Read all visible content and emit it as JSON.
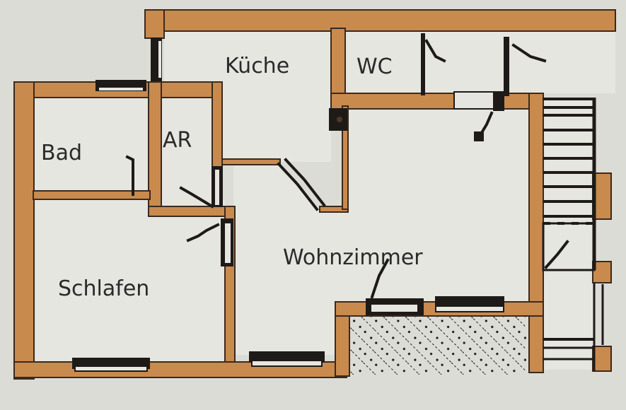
{
  "rooms": {
    "kueche": "Küche",
    "wc": "WC",
    "bad": "Bad",
    "ar": "AR",
    "schlafen": "Schlafen",
    "wohnzimmer": "Wohnzimmer"
  },
  "colors": {
    "background": "#dcdcd6",
    "floor": "#e6e6e0",
    "wall": "#c98a4e",
    "wall_dark": "#a87748",
    "ink": "#1e1a18"
  },
  "icons": {
    "door_swing": "door-swing-icon",
    "window": "window-icon",
    "stairs": "stairs-icon",
    "terrace_hatch": "terrace-hatch-icon"
  }
}
